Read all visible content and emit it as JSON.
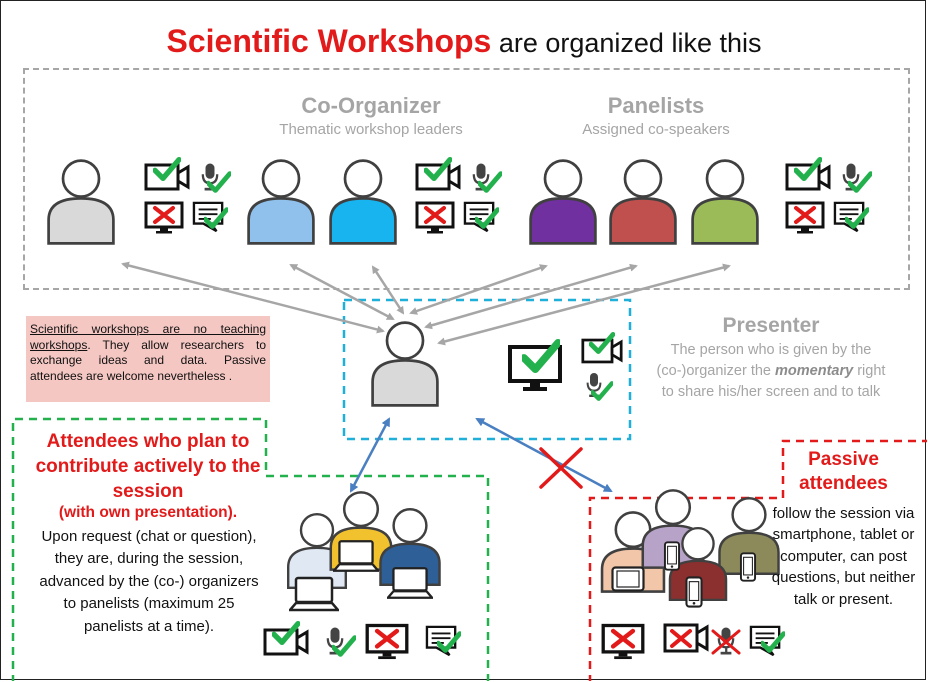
{
  "title": {
    "highlight": "Scientific Workshops",
    "rest": " are organized like this"
  },
  "co_organizer": {
    "heading": "Co-Organizer",
    "subheading": "Thematic workshop leaders"
  },
  "panelists": {
    "heading": "Panelists",
    "subheading": "Assigned co-speakers"
  },
  "note": {
    "underlined": "Scientific workshops are no teaching workshops",
    "rest": ". They allow researchers to exchange ideas and data. Passive attendees are welcome nevertheless ."
  },
  "presenter": {
    "heading": "Presenter",
    "line1": "The person who is given by the",
    "line2_pre": "(co-)organizer the ",
    "line2_em": "momentary",
    "line2_post": " right",
    "line3": "to share his/her screen and to talk"
  },
  "active": {
    "title": "Attendees who plan to contribute actively to the session",
    "subtitle": "(with own presentation).",
    "description": "Upon request (chat or question), they are, during the session, advanced by the (co-) organizers to panelists (maximum 25 panelists at a time)."
  },
  "passive": {
    "title": "Passive attendees",
    "description": "follow the session via smartphone, tablet or computer, can post questions, but neither talk or present."
  },
  "colors": {
    "accent_red": "#e21a1a",
    "check_green": "#22b14c",
    "arrow_grey": "#a6a6a6",
    "arrow_blue": "#4a7fc1",
    "presenter_border": "#1fb0d9",
    "person_grey": "#d9d9d9",
    "person_light_blue": "#8fc1ec",
    "person_cyan": "#18b4f0",
    "person_purple": "#7030a0",
    "person_red": "#c0504d",
    "person_green": "#9bbb59"
  },
  "icons": [
    "person-icon",
    "video-camera-check-icon",
    "microphone-check-icon",
    "screen-share-denied-icon",
    "chat-check-icon",
    "monitor-check-icon",
    "laptop-icon",
    "smartphone-icon",
    "tablet-icon",
    "cross-icon"
  ]
}
